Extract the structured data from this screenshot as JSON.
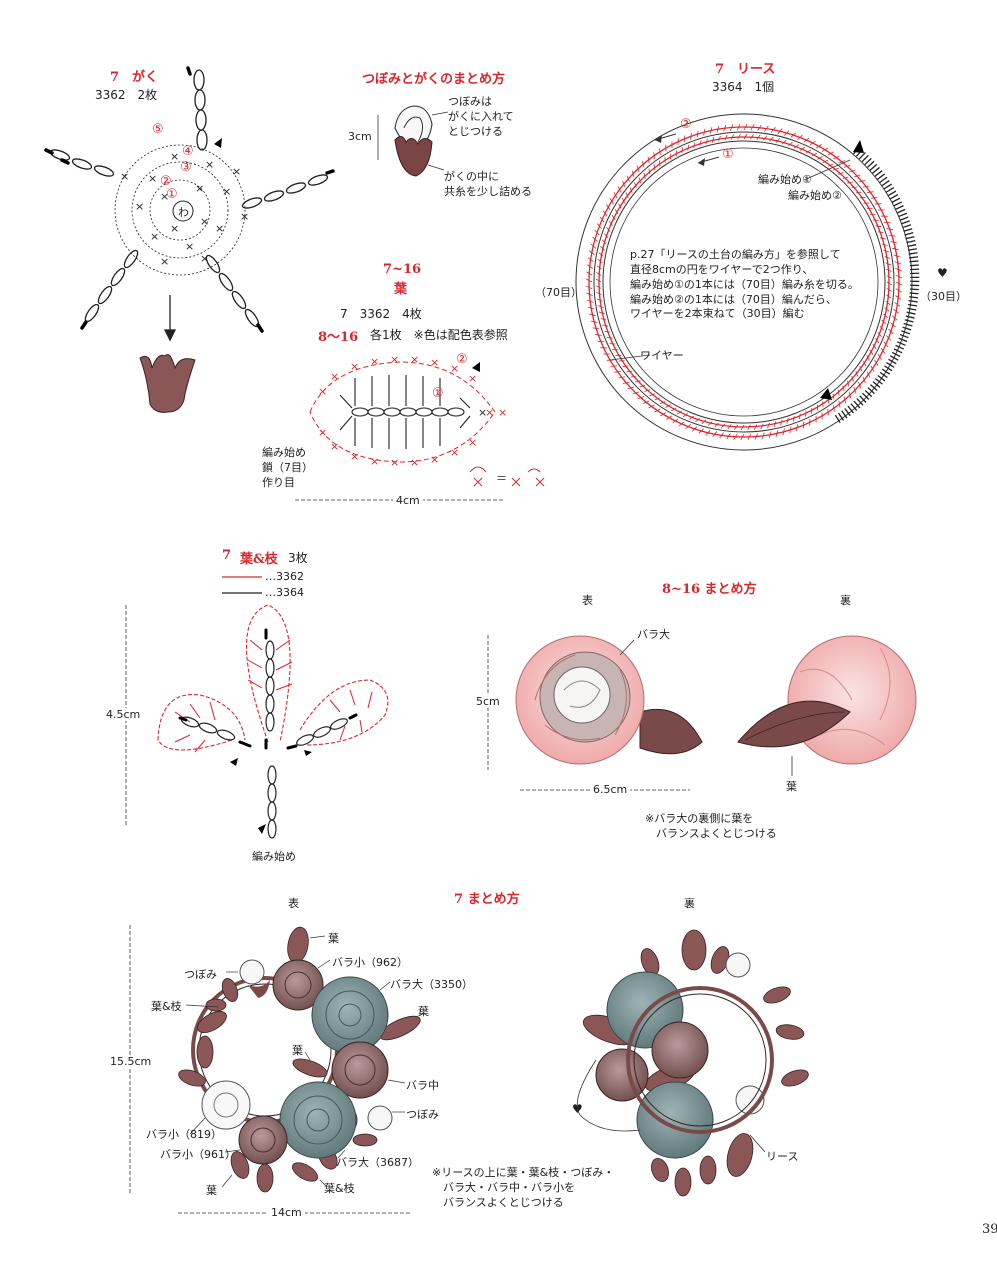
{
  "colors": {
    "red": "#d8262b",
    "dark": "#333333",
    "mauve": "#7a4a4a",
    "pink": "#f0a9a9",
    "teal": "#6d8a8c",
    "lightgray": "#cfc6c6"
  },
  "section_gaku": {
    "title": "7　がく",
    "yarn": "3362　2枚",
    "marks": {
      "m5": "⑤",
      "m4": "④",
      "m3": "③",
      "m2": "②",
      "m1": "①",
      "ring": "わ"
    }
  },
  "section_tsubomi": {
    "title": "つぼみとがくのまとめ方",
    "size": "3cm",
    "note1": "つぼみは\nがくに入れて\nとじつける",
    "note2": "がくの中に\n共糸を少し詰める"
  },
  "section_wreath": {
    "title": "7　リース",
    "yarn": "3364　1個",
    "mark2": "②",
    "mark1": "①",
    "start1": "編み始め①",
    "start2": "編み始め②",
    "instructions": "p.27「リースの土台の編み方」を参照して\n直径8cmの円をワイヤーで2つ作り、\n編み始め①の1本には（70目）編み糸を切る。\n編み始め②の1本には（70目）編んだら、\nワイヤーを2本束ねて（30目）編む",
    "left_count": "（70目）",
    "right_count": "（30目）",
    "wire": "ワイヤー",
    "heart": "♥"
  },
  "section_leaf": {
    "title_num": "7~16",
    "title": "葉",
    "yarn7": "7　3362　4枚",
    "yarn816_num": "8～16",
    "yarn816": "各1枚　※色は配色表参照",
    "mark2": "②",
    "mark1": "①",
    "start": "編み始め\n鎖（7目）\n作り目",
    "width": "4cm",
    "equation": "＝"
  },
  "section_leafbranch": {
    "title_num": "7",
    "title": "葉&枝",
    "count": "3枚",
    "legend_red": "…3362",
    "legend_black": "…3364",
    "height": "4.5cm",
    "start": "編み始め"
  },
  "section_816": {
    "title": "8~16 まとめ方",
    "front": "表",
    "back": "裏",
    "rose_large": "バラ大",
    "height": "5cm",
    "width": "6.5cm",
    "leaf": "葉",
    "note": "※バラ大の裏側に葉を\n　バランスよくとじつける"
  },
  "section_7": {
    "title": "7 まとめ方",
    "front": "表",
    "back": "裏",
    "labels": {
      "leaf_top": "葉",
      "tsubomi_top": "つぼみ",
      "rose_small_962": "バラ小（962）",
      "rose_large_3350": "バラ大（3350）",
      "leaf_right": "葉",
      "leaf_branch": "葉&枝",
      "leaf_mid": "葉",
      "rose_mid": "バラ中",
      "tsubomi_bottom": "つぼみ",
      "rose_small_819": "バラ小（819）",
      "rose_small_961": "バラ小（961）",
      "rose_large_3687": "バラ大（3687）",
      "leaf_bottom": "葉",
      "leaf_branch_bottom": "葉&枝",
      "wreath": "リース"
    },
    "height": "15.5cm",
    "width": "14cm",
    "note": "※リースの上に葉・葉&枝・つぼみ・\n　バラ大・バラ中・バラ小を\n　バランスよくとじつける",
    "heart": "♥"
  },
  "page_number": "39"
}
